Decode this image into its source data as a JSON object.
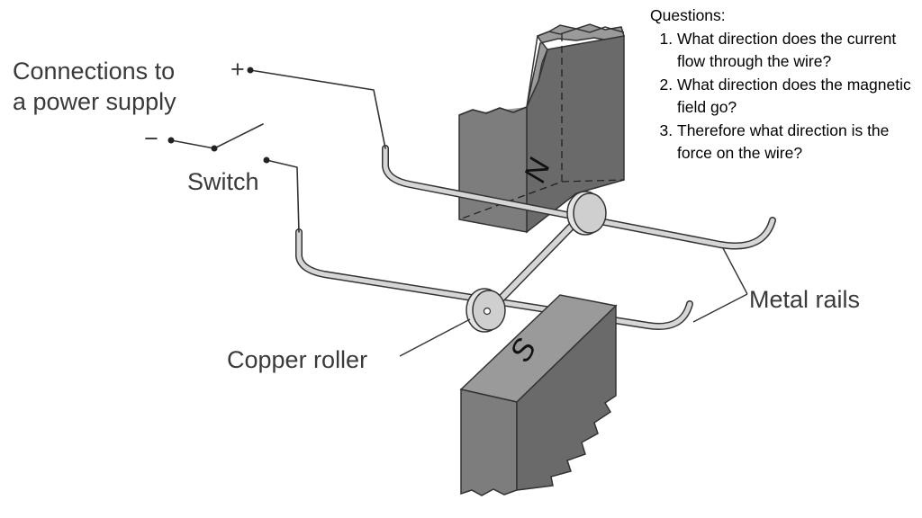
{
  "labels": {
    "power_supply_line1": "Connections to",
    "power_supply_line2": "a power supply",
    "plus_sign": "+",
    "minus_sign": "−",
    "switch": "Switch",
    "metal_rails": "Metal rails",
    "copper_roller": "Copper roller",
    "north_pole": "N",
    "south_pole": "S"
  },
  "questions": {
    "heading": "Questions:",
    "items": [
      "What direction does the current flow through the wire?",
      "What direction does the magnetic field go?",
      "Therefore what direction is the force on the wire?"
    ]
  },
  "colors": {
    "magnet_front": "#7d7d7d",
    "magnet_side": "#6a6a6a",
    "magnet_top": "#9a9a9a",
    "rail_fill": "#d6d6d6",
    "line": "#333333"
  }
}
